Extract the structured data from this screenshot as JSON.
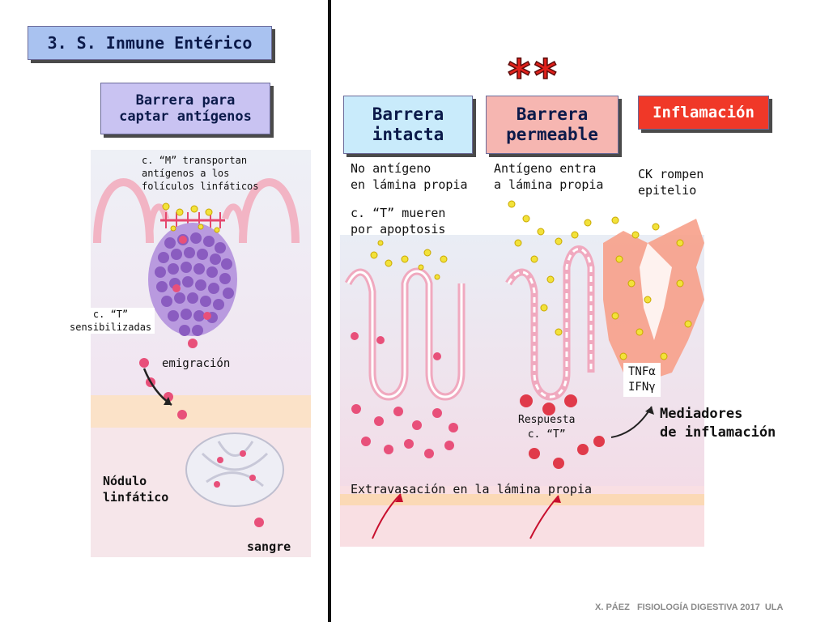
{
  "title": "3. S. Inmune Entérico",
  "stars": "**",
  "left_panel": {
    "header": "Barrera para captar antígenos",
    "header_line1": "Barrera para",
    "header_line2": "captar antígenos",
    "m_cells_l1": "c. “M” transportan",
    "m_cells_l2": "antígenos a los",
    "m_cells_l3": "folículos linfáticos",
    "t_cells_l1": "c. “T”",
    "t_cells_l2": "sensibilizadas",
    "emigration": "emigración",
    "node_l1": "Nódulo",
    "node_l2": "linfático",
    "blood": "sangre"
  },
  "barriers": {
    "intact_l1": "Barrera",
    "intact_l2": "intacta",
    "permeable_l1": "Barrera",
    "permeable_l2": "permeable",
    "inflammation": "Inflamación"
  },
  "notes": {
    "no_antigen_l1": "No antígeno",
    "no_antigen_l2": "en lámina propia",
    "t_die_l1": "c. “T” mueren",
    "t_die_l2": "por apoptosis",
    "antigen_enters_l1": "Antígeno entra",
    "antigen_enters_l2": "a lámina propia",
    "ck_l1": "CK rompen",
    "ck_l2": "epitelio",
    "tnf": "TNFα",
    "ifn": "IFNγ",
    "mediators_l1": "Mediadores",
    "mediators_l2": "de inflamación",
    "response_l1": "Respuesta",
    "response_l2": "c. “T”",
    "extravasation": "Extravasación en la lámina propia"
  },
  "footer": "X. PÁEZ   FISIOLOGÍA DIGESTIVA 2017  ULA",
  "colors": {
    "title_box": "#a9c2f0",
    "left_header_box": "#c9c3f2",
    "intact_box": "#c9ebfb",
    "permeable_box": "#f6b6b1",
    "inflammation_box": "#f03828",
    "stars": "#e0201a",
    "antigen": "#f2e23a",
    "lymphocyte": "#e8507a",
    "follicle": "#8a5cc0"
  }
}
